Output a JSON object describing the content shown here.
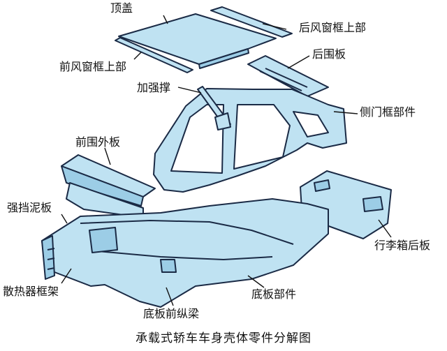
{
  "colors": {
    "part_fill": "#bfe2f2",
    "part_shade": "#9ccde6",
    "outline": "#1a2a45",
    "leader": "#111111"
  },
  "labels": {
    "roof": "顶盖",
    "rear_windshield_upper": "后风窗框上部",
    "front_windshield_upper": "前风窗框上部",
    "rear_panel": "后围板",
    "reinforcement": "加强撑",
    "side_door_frame": "侧门框部件",
    "front_outer_panel": "前围外板",
    "mudguard": "强挡泥板",
    "trunk_rear_panel": "行李箱后板",
    "radiator_frame": "散热器框架",
    "floor_assembly": "底板部件",
    "floor_front_rail": "底板前纵梁"
  },
  "caption": "承载式轿车车身壳体零件分解图"
}
